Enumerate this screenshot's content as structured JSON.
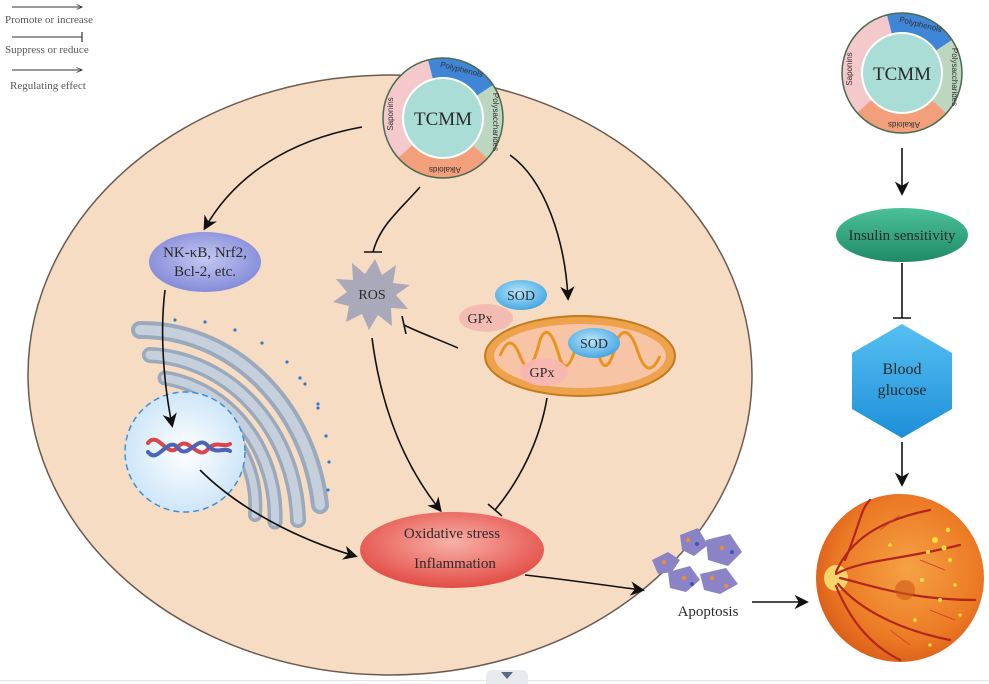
{
  "legend": {
    "promote": "Promote or increase",
    "suppress": "Suppress or reduce",
    "regulate": "Regulating effect"
  },
  "tcmm": {
    "center": "TCMM",
    "segments": [
      "Polyphenols",
      "Polysaccharides",
      "Alkaloids",
      "Saponins"
    ]
  },
  "cell": {
    "pathway": [
      "NK-κB, Nrf2,",
      "Bcl-2, etc."
    ],
    "ros": "ROS",
    "sod": "SOD",
    "gpx": "GPx",
    "stress": [
      "Oxidative stress",
      "Inflammation"
    ]
  },
  "outside": {
    "apoptosis": "Apoptosis",
    "insulin": "Insulin sensitivity",
    "glucose": [
      "Blood",
      "glucose"
    ]
  },
  "colors": {
    "cell_fill": "#f7dcc4",
    "polyphenols": "#3f86d6",
    "polysaccharides": "#bcd6bf",
    "alkaloids": "#f2a07b",
    "saponins": "#f3c9cc",
    "tcmm_core": "#a9ddd6",
    "insulin": "#2fa57f",
    "glucose": "#2ea6e6",
    "stress": "#e5504b",
    "retina": "#e8782a"
  }
}
